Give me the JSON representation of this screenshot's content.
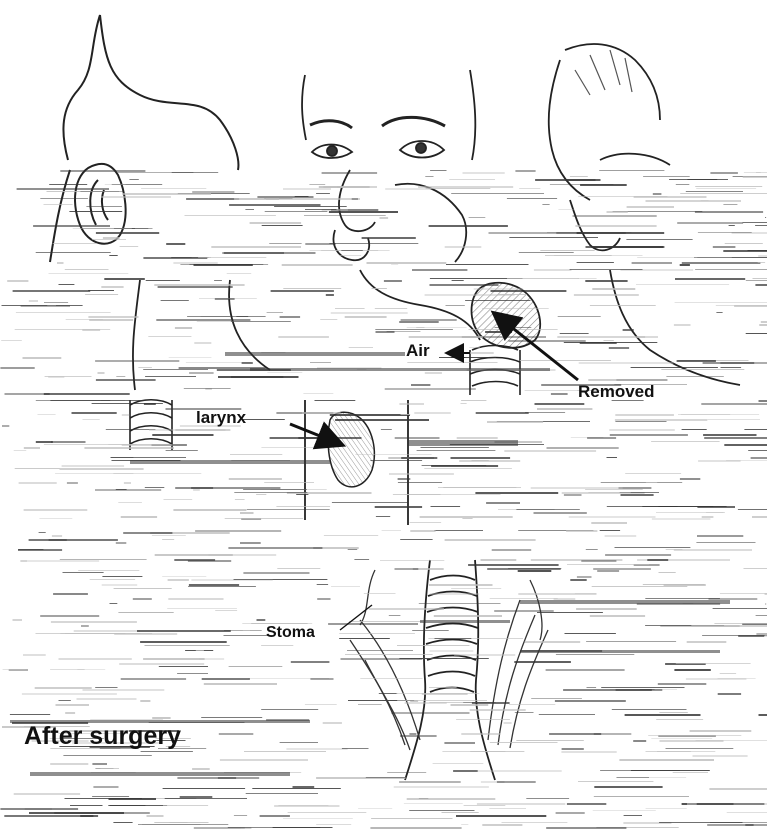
{
  "labels": {
    "air": "Air",
    "removed": "Removed",
    "larynx": "larynx",
    "stoma": "Stoma",
    "after_surgery": "After surgery"
  },
  "colors": {
    "ink": "#222222",
    "hatch": "#8a8a8a",
    "glitch_dark": "#333333",
    "glitch_light": "#bdbdbd"
  }
}
